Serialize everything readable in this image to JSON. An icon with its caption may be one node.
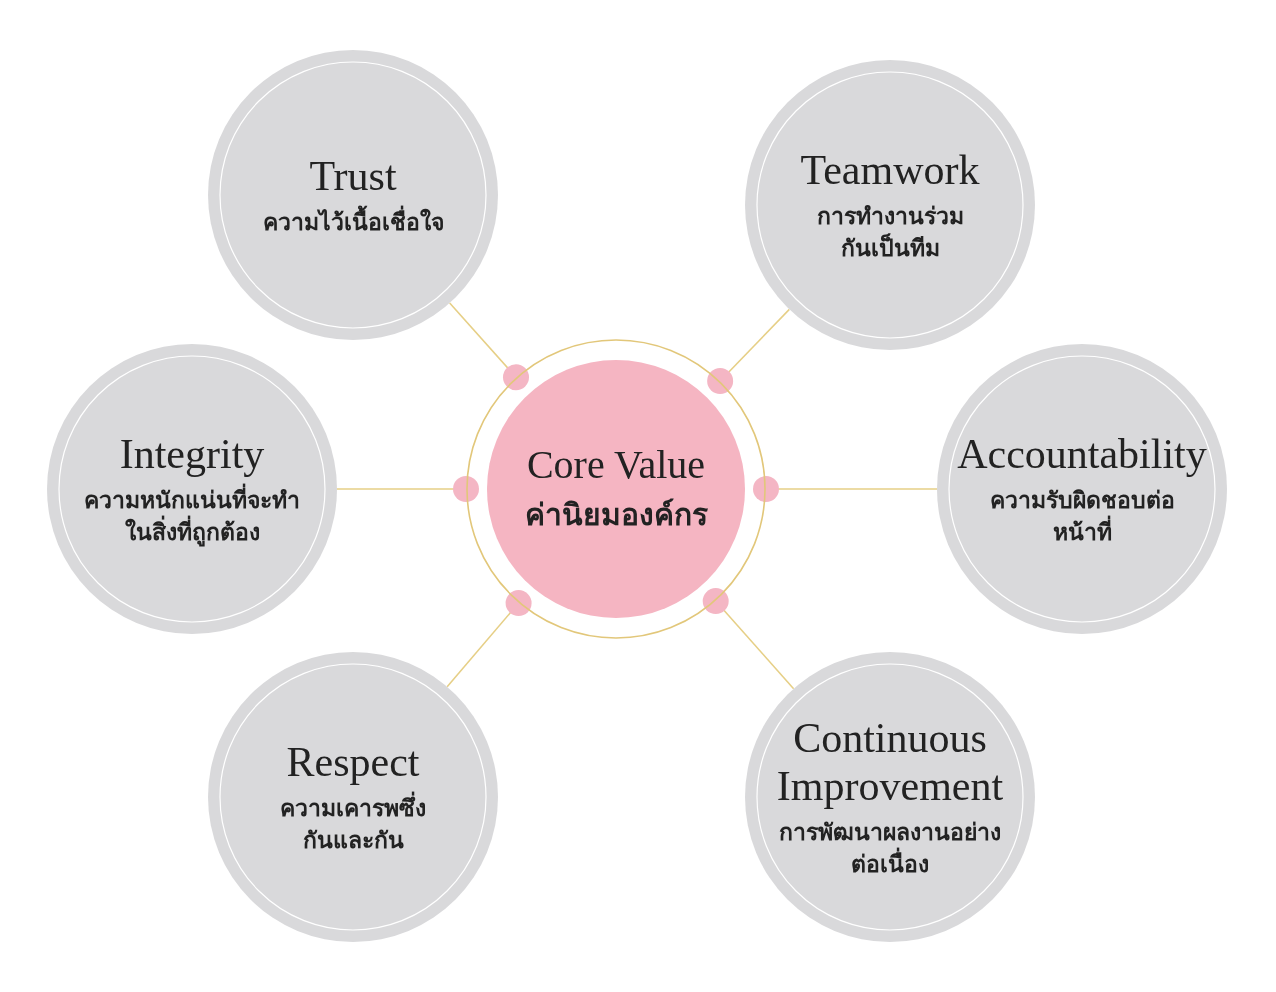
{
  "diagram": {
    "nodes": [
      {
        "text": [
          "Core Value",
          "ค่านิยมองค์กร"
        ]
      },
      {
        "text": [
          "Trust",
          "ความไว้เนื้อเชื่อใจ"
        ]
      },
      {
        "text": [
          "Teamwork",
          "การทำงานร่วมกันเป็นทีม"
        ]
      },
      {
        "text": [
          "Integrity",
          "ความหนักแน่นที่จะทำในสิ่งที่ถูกต้อง"
        ]
      },
      {
        "text": [
          "Accountability",
          "ความรับผิดชอบต่อหน้าที่"
        ]
      },
      {
        "text": [
          "Respect",
          "ความเคารพซึ่งกันและกัน"
        ]
      },
      {
        "text": [
          "Continuous Improvement",
          "การพัฒนาผลงานอย่างต่อเนื่อง"
        ]
      }
    ],
    "edges": [
      {
        "from": 0,
        "to": 1,
        "arrow": "other"
      },
      {
        "from": 0,
        "to": 2,
        "arrow": "other"
      },
      {
        "from": 0,
        "to": 3,
        "arrow": "other"
      },
      {
        "from": 0,
        "to": 4,
        "arrow": "other"
      },
      {
        "from": 0,
        "to": 5,
        "arrow": "other"
      },
      {
        "from": 0,
        "to": 6,
        "arrow": "other"
      }
    ]
  }
}
